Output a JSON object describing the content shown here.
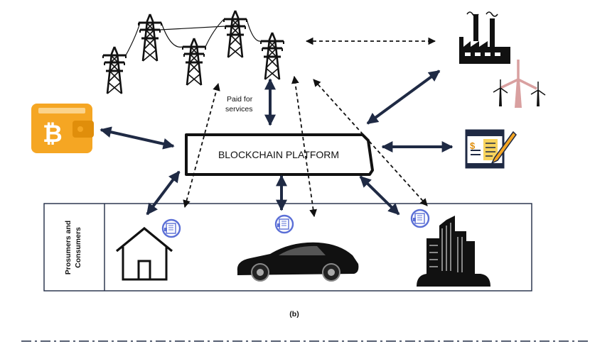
{
  "platform_label": "BLOCKCHAIN PLATFORM",
  "paid_label_line1": "Paid for",
  "paid_label_line2": "services",
  "prosumers_line1": "Prosumers and",
  "prosumers_line2": "Consumers",
  "caption": "(b)",
  "colors": {
    "bitcoin": "#f5a623",
    "pink": "#d9a0a0",
    "meter": "#5b6fd6",
    "ink": "#1f2a44"
  }
}
